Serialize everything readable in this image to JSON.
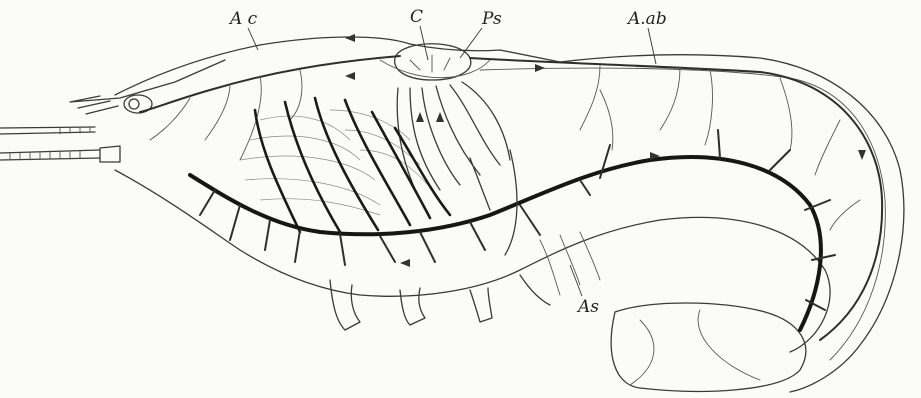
{
  "figure": {
    "labels": {
      "ac": "A c",
      "c": "C",
      "ps": "Ps",
      "aab": "A.ab",
      "as": "As"
    }
  }
}
